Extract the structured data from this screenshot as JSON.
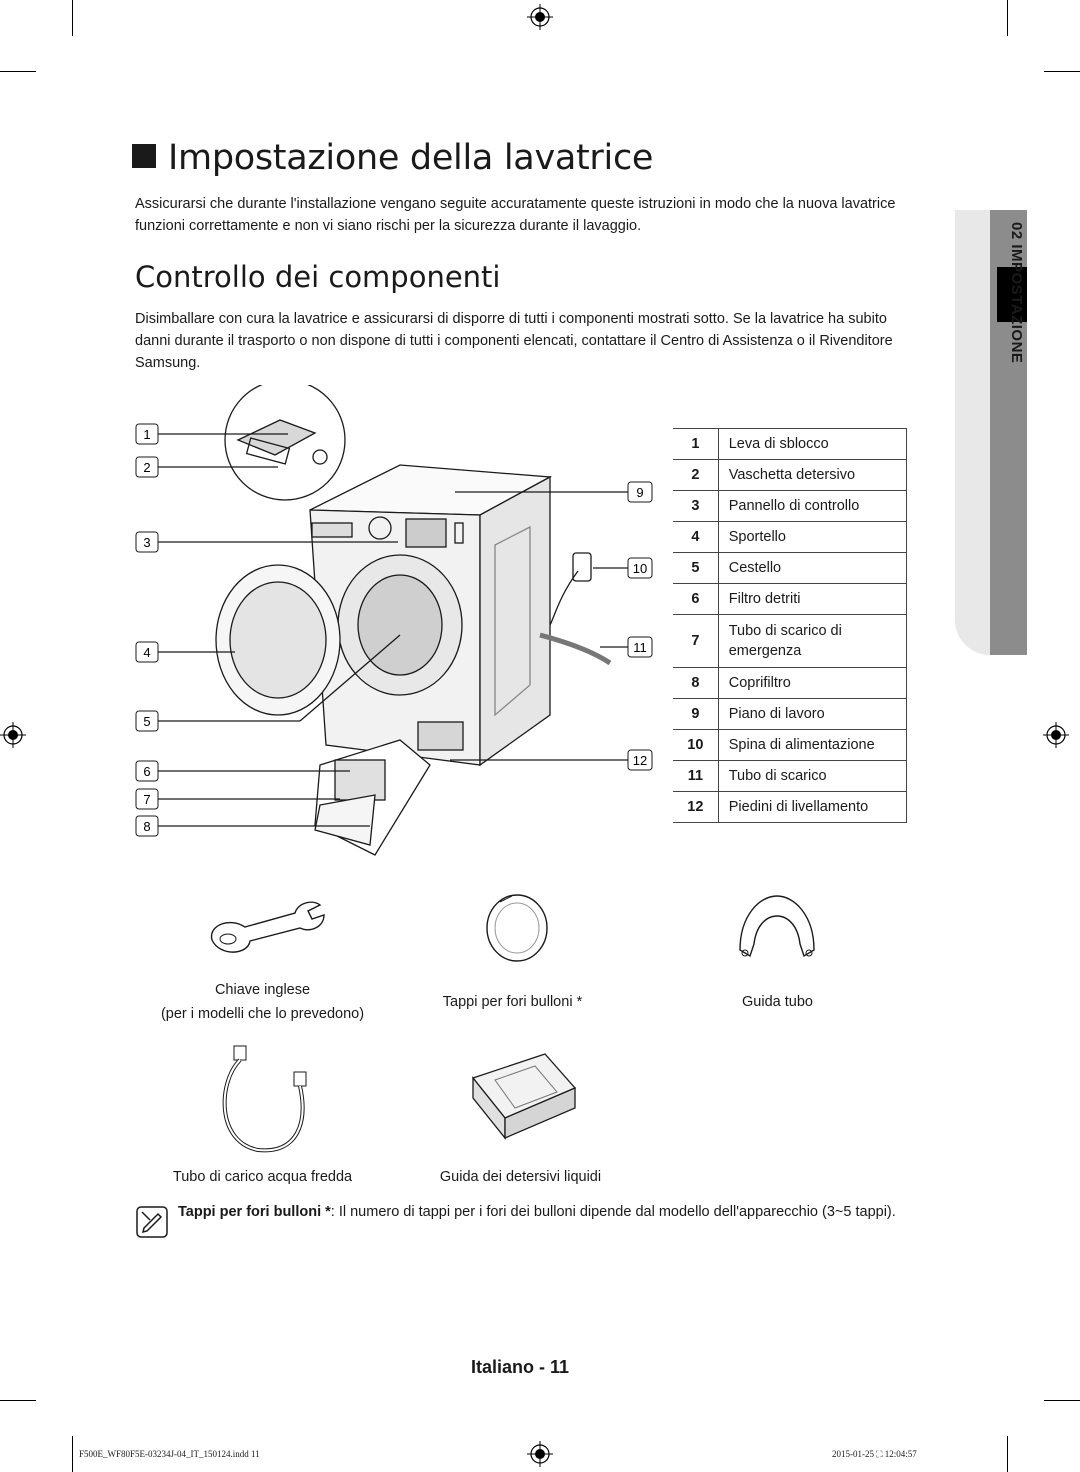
{
  "title": "Impostazione della lavatrice",
  "intro": "Assicurarsi che durante l'installazione vengano seguite accuratamente queste istruzioni in modo che la nuova lavatrice funzioni correttamente e non vi siano rischi per la sicurezza durante il lavaggio.",
  "subtitle": "Controllo dei componenti",
  "body": "Disimballare con cura la lavatrice e assicurarsi di disporre di tutti i componenti mostrati sotto. Se la lavatrice ha subito danni durante il trasporto o non dispone di tutti i componenti elencati, contattare il Centro di Assistenza o il Rivenditore Samsung.",
  "side_tab": "02 IMPOSTAZIONE",
  "callouts": [
    "1",
    "2",
    "3",
    "4",
    "5",
    "6",
    "7",
    "8",
    "9",
    "10",
    "11",
    "12"
  ],
  "parts": [
    {
      "num": "1",
      "label": "Leva di sblocco"
    },
    {
      "num": "2",
      "label": "Vaschetta detersivo"
    },
    {
      "num": "3",
      "label": "Pannello di controllo"
    },
    {
      "num": "4",
      "label": "Sportello"
    },
    {
      "num": "5",
      "label": "Cestello"
    },
    {
      "num": "6",
      "label": "Filtro detriti"
    },
    {
      "num": "7",
      "label": "Tubo di scarico di emergenza"
    },
    {
      "num": "8",
      "label": "Coprifiltro"
    },
    {
      "num": "9",
      "label": "Piano di lavoro"
    },
    {
      "num": "10",
      "label": "Spina di alimentazione"
    },
    {
      "num": "11",
      "label": "Tubo di scarico"
    },
    {
      "num": "12",
      "label": "Piedini di livellamento"
    }
  ],
  "accessories": {
    "wrench_label": "Chiave inglese",
    "wrench_note": "(per i modelli che lo prevedono)",
    "caps_label": "Tappi per fori bulloni *",
    "guide_label": "Guida tubo",
    "hose_label": "Tubo di carico acqua fredda",
    "drawer_label": "Guida dei detersivi liquidi"
  },
  "note": {
    "bold": "Tappi per fori bulloni *",
    "text": ": Il numero di tappi per i fori dei bulloni dipende dal modello dell'apparecchio (3~5 tappi)."
  },
  "footer": "Italiano - 11",
  "print_left": "F500E_WF80F5E-03234J-04_IT_150124.indd   11",
  "print_right": "2015-01-25   ⛶ 12:04:57"
}
